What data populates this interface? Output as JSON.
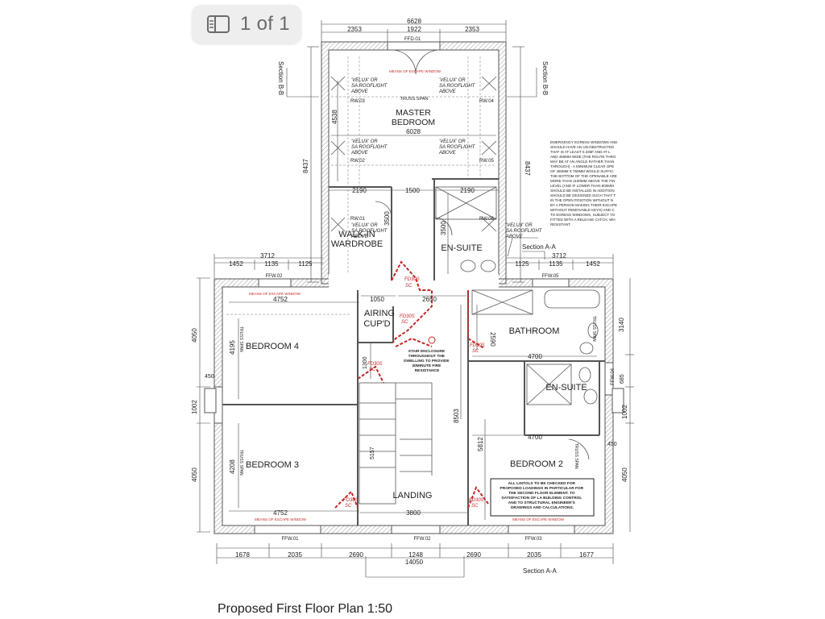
{
  "viewer": {
    "page_indicator": "1 of 1",
    "page_icon": "page-thumbnail-icon"
  },
  "caption": "Proposed First Floor Plan 1:50",
  "colors": {
    "wall": "#7a7a7a",
    "fire_door": "#c62828",
    "ink": "#222222",
    "pill_bg": "#eeeeee"
  },
  "rooms": {
    "master": "MASTER BEDROOM",
    "walkin_1": "WALK-IN",
    "walkin_2": "WARDROBE",
    "ensuite_top": "EN-SUITE",
    "airing_1": "AIRING",
    "airing_2": "CUP'D",
    "bathroom": "BATHROOM",
    "bedroom4": "BEDROOM 4",
    "bedroom3": "BEDROOM 3",
    "bedroom2": "BEDROOM 2",
    "ensuite_right": "EN-SUITE",
    "landing": "LANDING"
  },
  "dims": {
    "top_total": "6628",
    "top_a": "2353",
    "top_b": "1922",
    "top_c": "2353",
    "ffd": "FFD.01",
    "inner_6028": "6028",
    "h_4538": "4538",
    "left_8437": "8437",
    "right_8437": "8437",
    "w_2190a": "2190",
    "w_1500": "1500",
    "w_2190b": "2190",
    "h_3500a": "3500",
    "h_3500b": "3500",
    "l_3712": "3712",
    "l_1452": "1452",
    "l_1135": "1135",
    "l_1125": "1125",
    "r_3712": "3712",
    "r_1125": "1125",
    "r_1135": "1135",
    "r_1452": "1452",
    "w_4752a": "4752",
    "w_1050": "1050",
    "w_2650": "2650",
    "h_2590": "2590",
    "w_4700a": "4700",
    "w_4700b": "4700",
    "h_4050a": "4050",
    "h_4050b": "4050",
    "h_1002a": "1002",
    "h_1002b": "1002",
    "h_4195": "4195",
    "h_4208": "4208",
    "w_450a": "450",
    "w_450b": "450",
    "h_1300": "1300",
    "h_8503": "8503",
    "h_5812": "5812",
    "h_3140": "3140",
    "h_685": "685",
    "w_3800": "3800",
    "w_4752b": "4752",
    "h_5157": "5157",
    "b_1678": "1678",
    "b_2035a": "2035",
    "b_2690a": "2690",
    "b_1248": "1248",
    "b_2690b": "2690",
    "b_2035b": "2035",
    "b_1677": "1677",
    "b_total": "14050"
  },
  "labels": {
    "section_bb_left": "Section B-B",
    "section_bb_right": "Section B-B",
    "section_aa_top": "Section A-A",
    "section_aa_bottom": "Section A-A",
    "means_escape": "MEANS OF ESCAPE WINDOW",
    "velux": "'VELUX' OR SA ROOFLIGHT ABOVE",
    "velux_1": "'VELUX' OR",
    "velux_2": "SA ROOFLIGHT",
    "velux_3": "ABOVE",
    "truss_span": "TRUSS SPAN",
    "rw01": "RW.01",
    "rw02": "RW.02",
    "rw03": "RW.03",
    "rw04": "RW.04",
    "rw05": "RW.05",
    "rw06": "RW.06",
    "ffw01": "FFW.01",
    "ffw02": "FFW.02",
    "ffw03": "FFW.03",
    "ffw04": "FFW.04",
    "ffw05": "FFW.05",
    "fd30s": "FD30S",
    "sc": "SC",
    "stair_note_1": "STAIR ENCLOSURE",
    "stair_note_2": "THROUGHOUT THE",
    "stair_note_3": "DWELLING TO PROVIDE",
    "stair_note_4": "30MINUTE FIRE",
    "stair_note_5": "RESISTANCE",
    "lintel_1": "ALL LINTOLS TO BE CHECKED FOR",
    "lintel_2": "PROPOSED LOADINGS IN PARTICULAR FOR",
    "lintel_3": "THE SECOND FLOOR ELEMENT. TO",
    "lintel_4": "SATISFACTION OF LA BUILDING CONTROL",
    "lintel_5": "AND TO STRUCTURAL ENGINEER'S",
    "lintel_6": "DRAWINGS AND CALCULATIONS.",
    "egress_1": "EMERGENCY EGRESS WINDOWS AND",
    "egress_2": "SHOULD HAVE AN UN-OBSTRUCTED",
    "egress_3": "THAT IS AT LEAST 0.33M² AND AT L",
    "egress_4": "AND 450MM WIDE (THE ROUTE THRO",
    "egress_5": "MAY BE AT AN ANGLE RATHER THAN",
    "egress_6": "THROUGH) - A MINIMUM CLEAR OPE",
    "egress_7": "OF 450MM X 750MM WOULD SUFFIC",
    "egress_8": "THE BOTTOM OF THE OPENABLE ARE",
    "egress_9": "MORE THAN 1100MM ABOVE THE FIN",
    "egress_10": "LEVEL (AND IF LOWER THAN 800MM",
    "egress_11": "SHOULD BE INSTALLED IN ADDITION",
    "egress_12": "SHOULD BE DESIGNED SUCH THAT T",
    "egress_13": "IN THE OPEN POSITION WITHOUT N",
    "egress_14": "BY A PERSON MAKING THEIR ESCAPE",
    "egress_15": "WITHOUT REMOVABLE KEYS) AND C",
    "egress_16": "TO EGRESS WINDOWS, SUBJECT TO",
    "egress_17": "FITTED WITH A RELEASE CATCH, WH",
    "egress_18": "RESISTANT."
  }
}
